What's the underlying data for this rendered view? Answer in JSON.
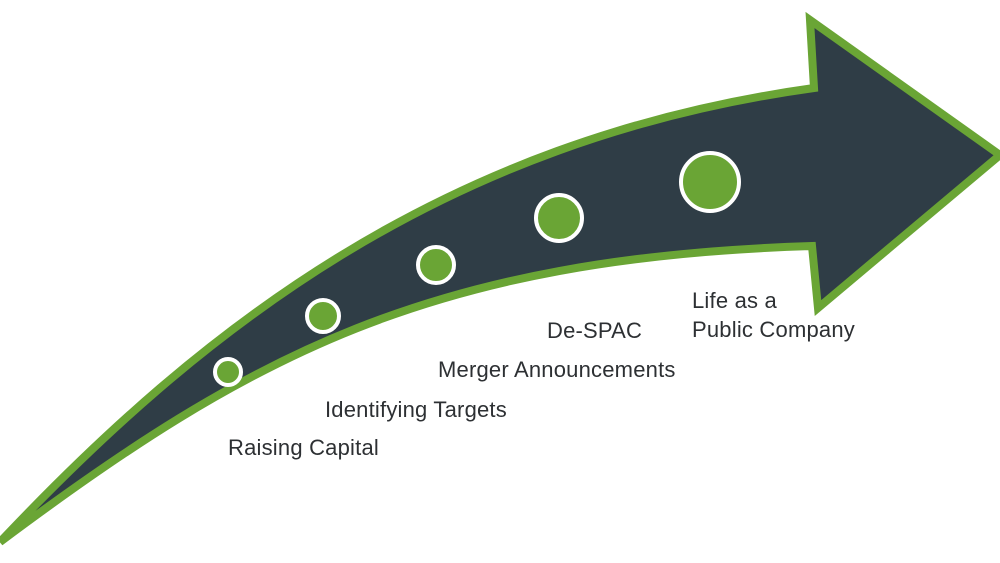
{
  "colors": {
    "arrow_fill": "#2f3d46",
    "arrow_border": "#6aa535",
    "dot_fill": "#6aa535",
    "dot_ring": "#ffffff",
    "label_text": "#2d3033",
    "background": "#ffffff"
  },
  "stages": [
    {
      "lines": [
        "Raising Capital"
      ]
    },
    {
      "lines": [
        "Identifying Targets"
      ]
    },
    {
      "lines": [
        "Merger Announcements"
      ]
    },
    {
      "lines": [
        "De-SPAC"
      ]
    },
    {
      "lines": [
        "Life as a",
        "Public Company"
      ]
    }
  ]
}
